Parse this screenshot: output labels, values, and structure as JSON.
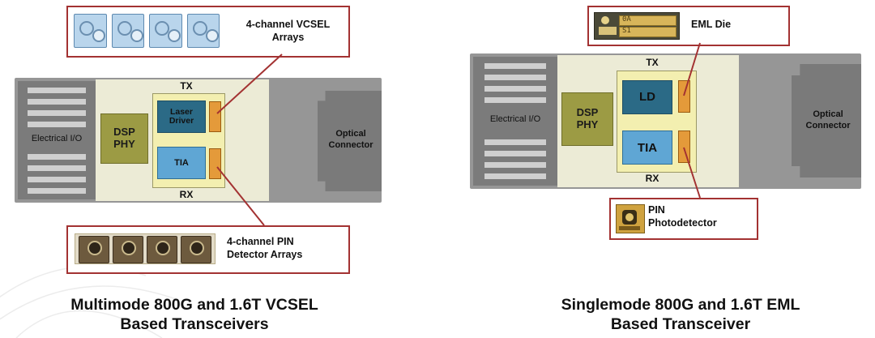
{
  "left_diagram": {
    "electrical_io": "Electrical I/O",
    "dsp_line1": "DSP",
    "dsp_line2": "PHY",
    "tx": "TX",
    "rx": "RX",
    "laser_driver_line1": "Laser",
    "laser_driver_line2": "Driver",
    "tia": "TIA",
    "optical_line1": "Optical",
    "optical_line2": "Connector",
    "vcsel_callout_line1": "4-channel VCSEL",
    "vcsel_callout_line2": "Arrays",
    "pin_callout_line1": "4-channel PIN",
    "pin_callout_line2": "Detector Arrays",
    "caption_line1": "Multimode 800G and 1.6T VCSEL",
    "caption_line2": "Based Transceivers"
  },
  "right_diagram": {
    "electrical_io": "Electrical I/O",
    "dsp_line1": "DSP",
    "dsp_line2": "PHY",
    "tx": "TX",
    "rx": "RX",
    "ld": "LD",
    "tia": "TIA",
    "optical_line1": "Optical",
    "optical_line2": "Connector",
    "eml_callout": "EML Die",
    "eml_die_code1": "0A",
    "eml_die_code2": "S1",
    "pin_callout_line1": "PIN",
    "pin_callout_line2": "Photodetector",
    "caption_line1": "Singlemode 800G and 1.6T EML",
    "caption_line2": "Based Transceiver"
  },
  "colors": {
    "callout_border": "#a33232",
    "dsp": "#9c9b44",
    "laser_driver": "#2b6a86",
    "tia": "#5fa6d4",
    "chip": "#e49a3a",
    "shell": "#969696"
  }
}
